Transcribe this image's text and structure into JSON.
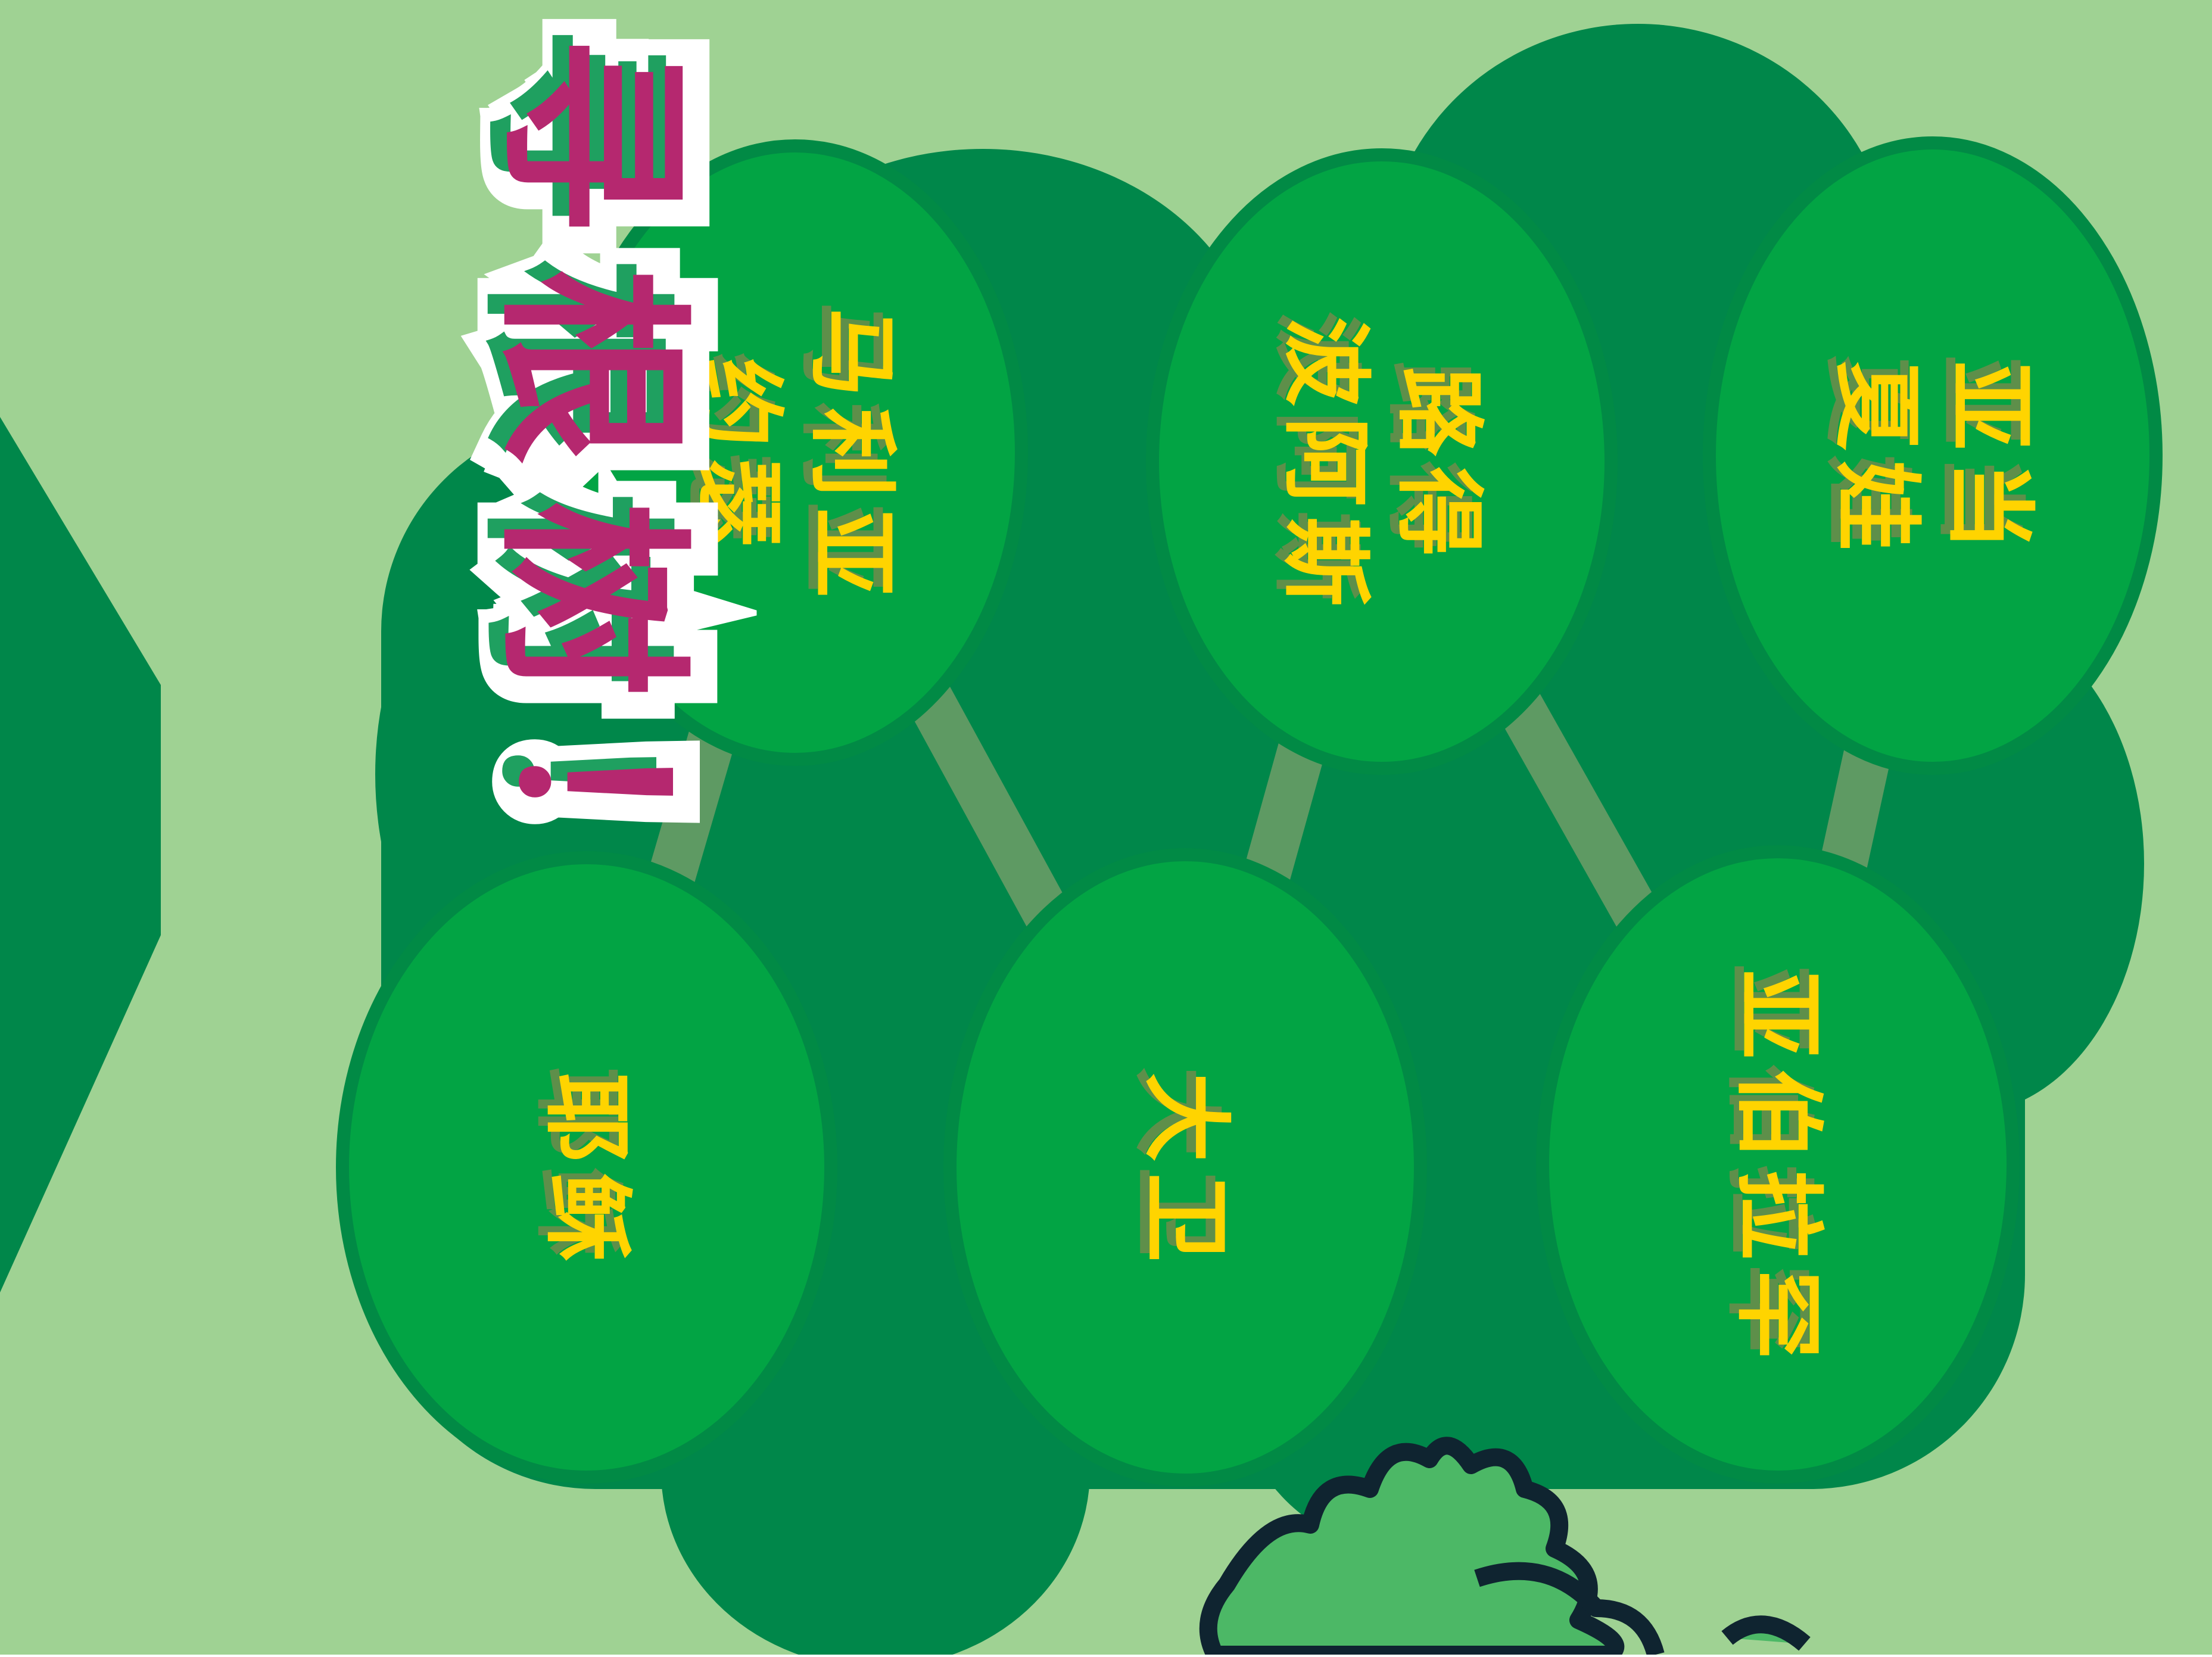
{
  "title": "寻根树！",
  "colors": {
    "background": "#9fd293",
    "canopy": "#00874a",
    "leaf_fill": "#02a444",
    "leaf_border": "#018a45",
    "branch": "#5e9a63",
    "text": "#ffd400",
    "text_shadow": "#5e8f4a",
    "title": "#b5286f"
  },
  "nodes": [
    {
      "id": "adam-eve",
      "lines": [
        "亚当",
        "夏娃"
      ]
    },
    {
      "id": "abraham",
      "lines": [
        "亚伯拉罕"
      ]
    },
    {
      "id": "boaz",
      "lines": [
        "路得",
        "波阿斯"
      ]
    },
    {
      "id": "david",
      "lines": [
        "大卫"
      ]
    },
    {
      "id": "mary-joseph",
      "lines": [
        "马利亚",
        "约瑟"
      ]
    },
    {
      "id": "jesus",
      "lines": [
        "耶稣"
      ]
    }
  ],
  "edges": [
    [
      "adam-eve",
      "abraham"
    ],
    [
      "abraham",
      "boaz"
    ],
    [
      "boaz",
      "david"
    ],
    [
      "david",
      "mary-joseph"
    ],
    [
      "mary-joseph",
      "jesus"
    ]
  ]
}
